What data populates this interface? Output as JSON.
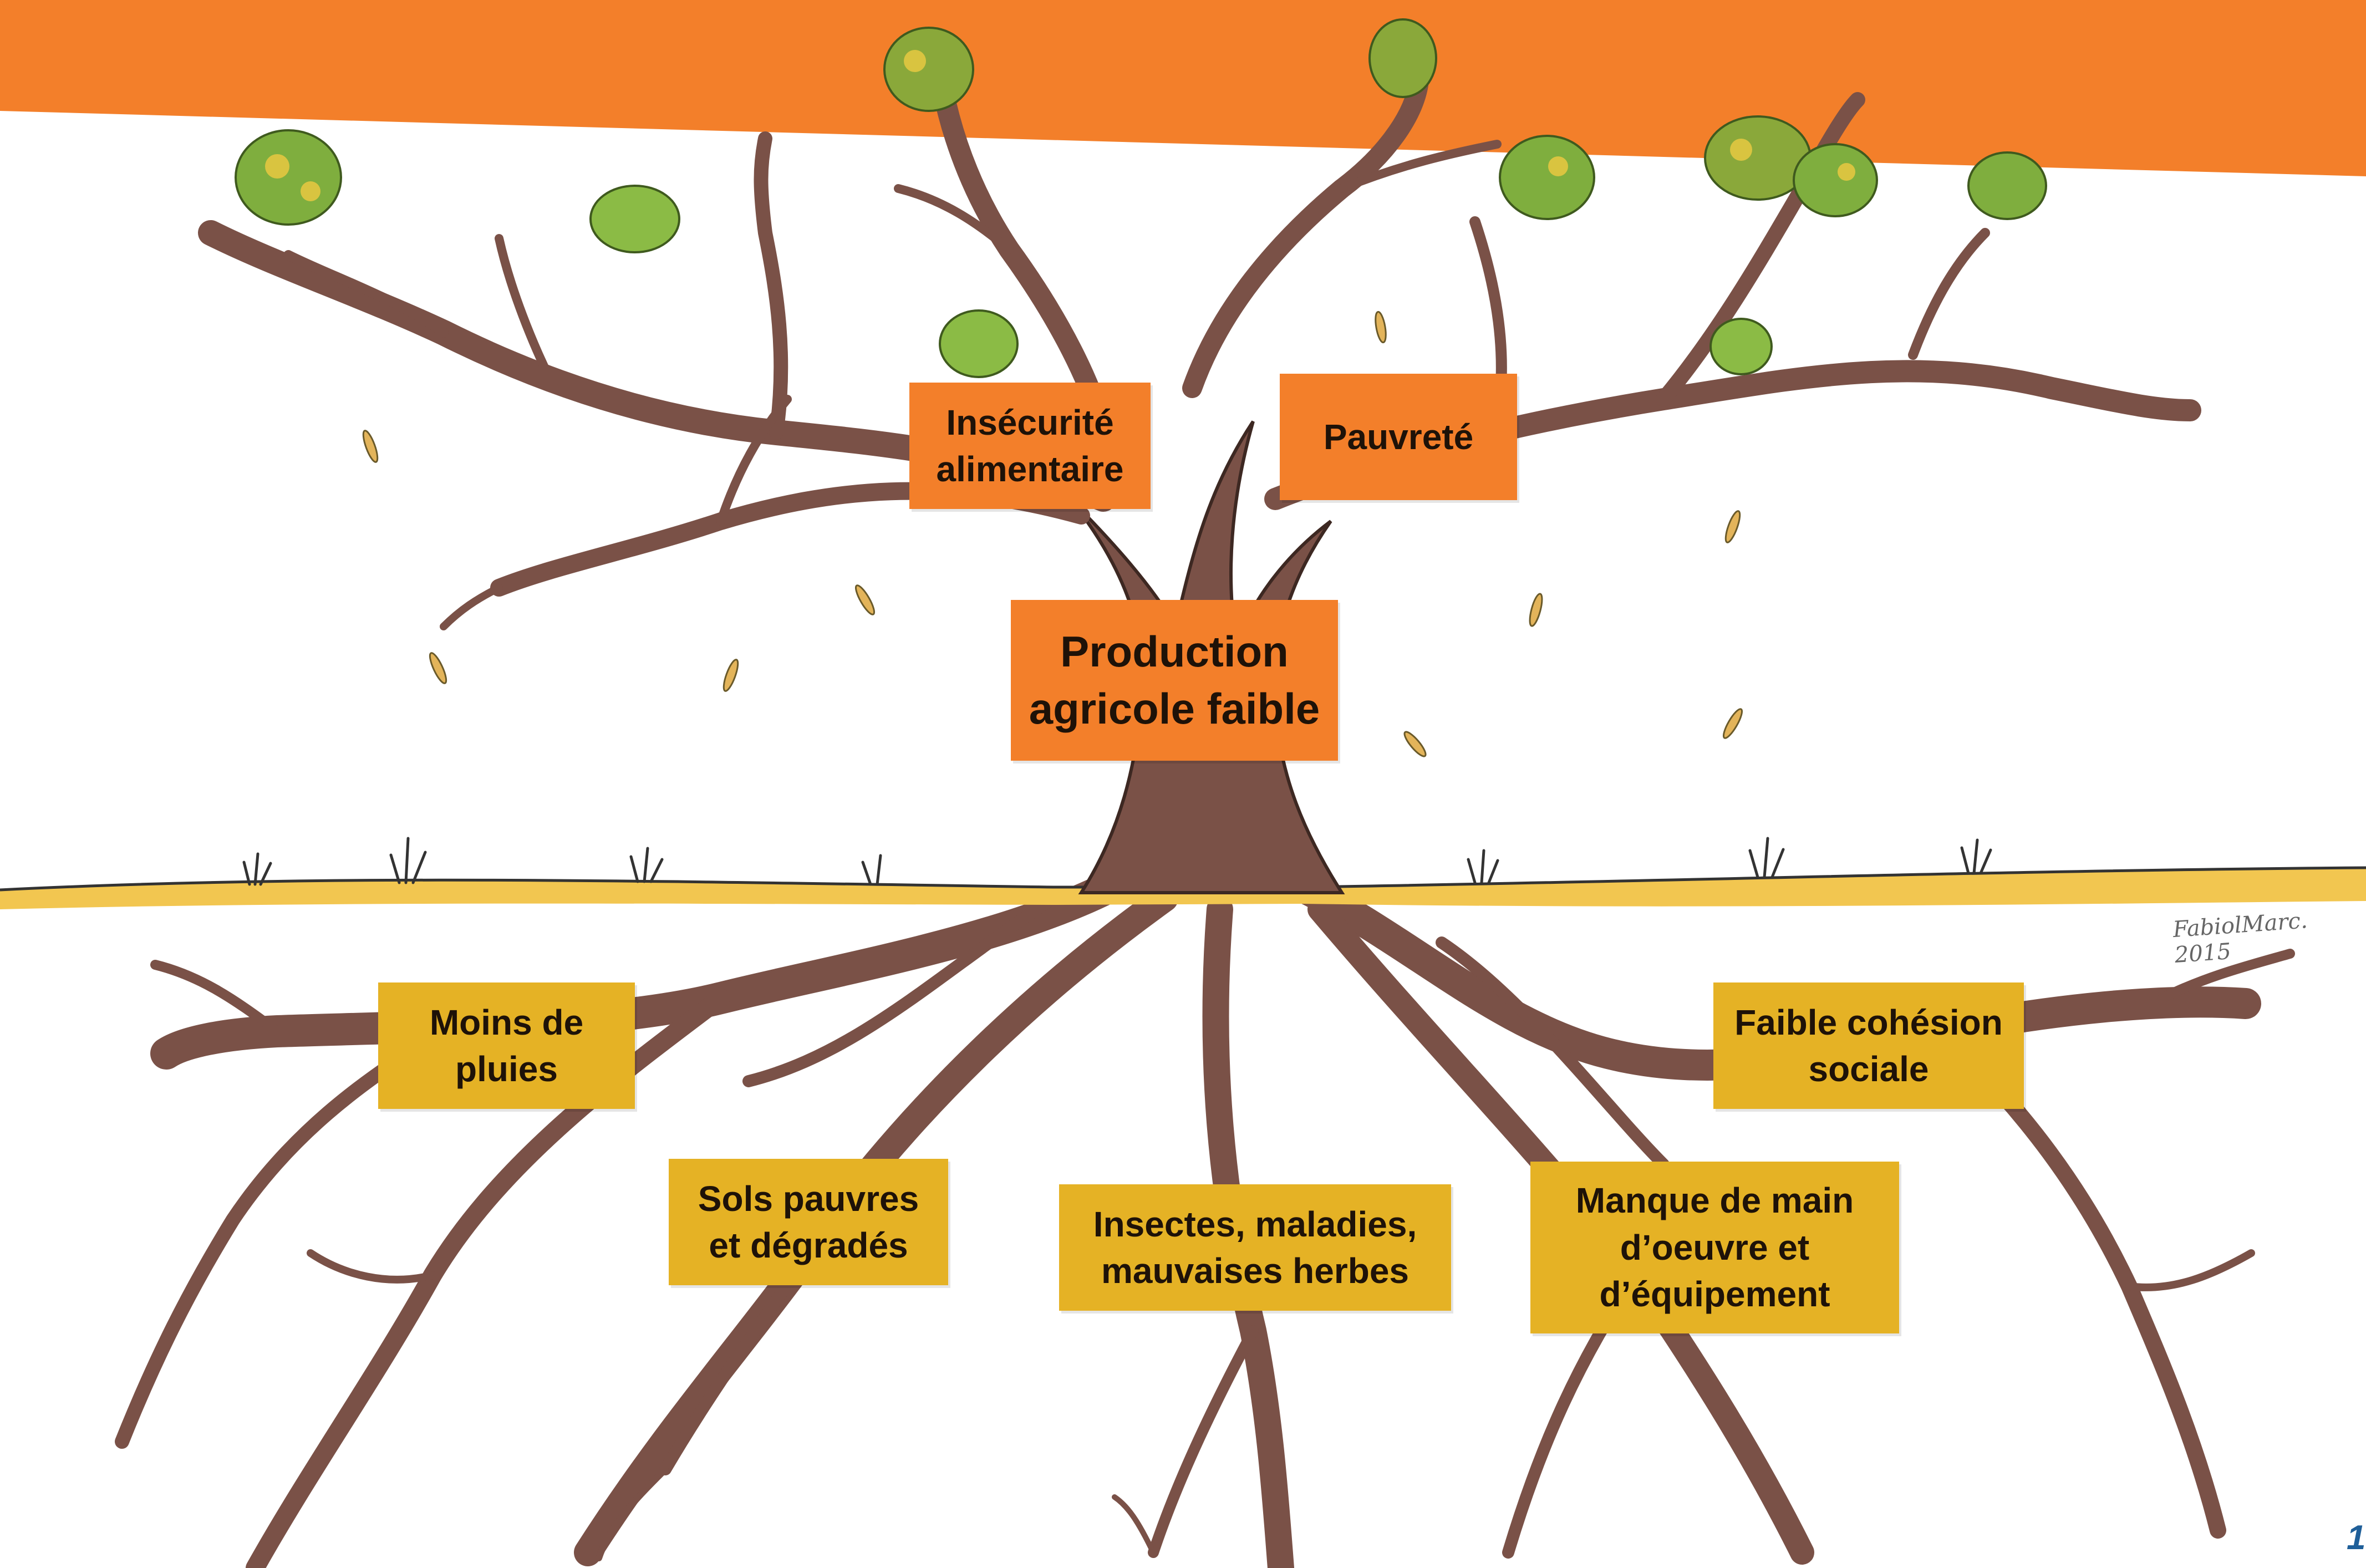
{
  "colors": {
    "header": "#f37f2a",
    "effect_box": "#f37f2a",
    "cause_box": "#e5b225",
    "trunk": "#7a5147",
    "ground": "#f2c650",
    "foliage": "#7fae3e",
    "page_number": "#1f5f99"
  },
  "effects": {
    "insecurite": "Insécurité\nalimentaire",
    "pauvrete": "Pauvreté"
  },
  "central_problem": "Production\nagricole faible",
  "causes": {
    "pluies": "Moins de\npluies",
    "sols": "Sols pauvres\net dégradés",
    "insectes": "Insectes, maladies,\nmauvaises herbes",
    "cohesion": "Faible cohésion\nsociale",
    "main_oeuvre": "Manque de main\nd’oeuvre et\nd’équipement"
  },
  "signature": "FabiolMarc. 2015",
  "page_number": "1"
}
